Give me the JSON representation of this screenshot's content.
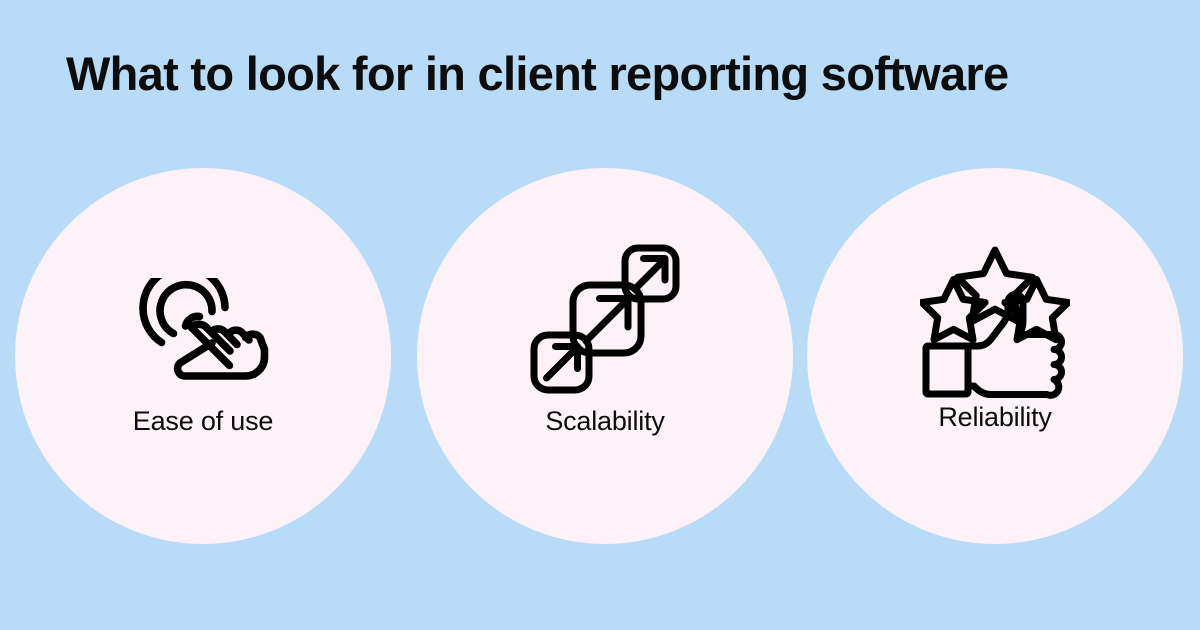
{
  "theme": {
    "background_color": "#b8dcf8",
    "circle_color": "#fdf2f8",
    "text_color": "#0d0d0d",
    "icon_stroke_color": "#000000"
  },
  "header": {
    "title": "What to look for in client reporting software"
  },
  "cards": [
    {
      "label": "Ease of use",
      "icon": "tap-gesture-hand-icon"
    },
    {
      "label": "Scalability",
      "icon": "scaling-squares-arrows-icon"
    },
    {
      "label": "Reliability",
      "icon": "thumbs-up-stars-icon"
    }
  ]
}
